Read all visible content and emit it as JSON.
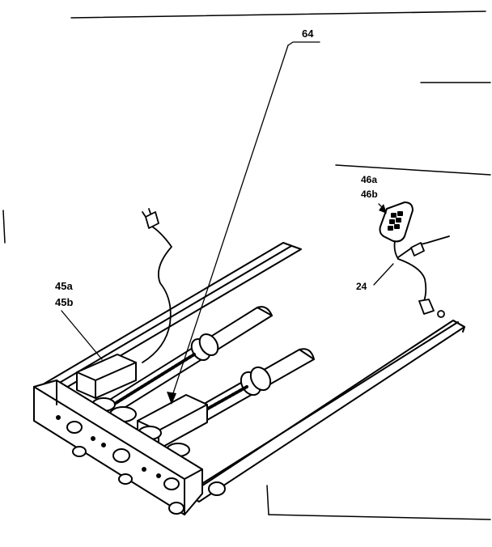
{
  "labels": {
    "ref_64": "64",
    "ref_45a": "45a",
    "ref_45b": "45b",
    "ref_46a": "46a",
    "ref_46b": "46b",
    "ref_24": "24"
  },
  "colors": {
    "ink": "#000000",
    "paper": "#ffffff"
  }
}
